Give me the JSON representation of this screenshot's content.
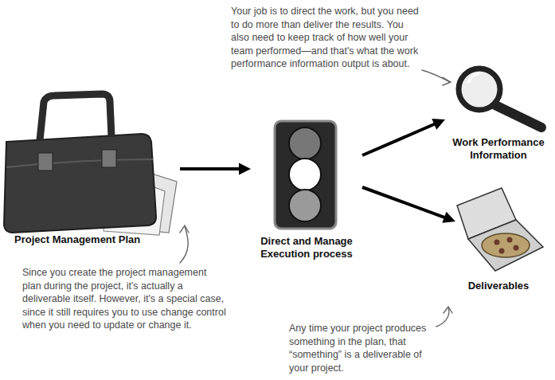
{
  "diagram": {
    "nodes": [
      {
        "text": [
          "Project Management Plan"
        ]
      },
      {
        "text": [
          "Direct and Manage Execution process"
        ]
      },
      {
        "text": [
          "Work Performance Information"
        ]
      },
      {
        "text": [
          "Deliverables"
        ]
      }
    ],
    "edges": [
      {
        "from": 0,
        "to": 1,
        "arrow": "to"
      },
      {
        "from": 1,
        "to": 2,
        "arrow": "to"
      },
      {
        "from": 1,
        "to": 3,
        "arrow": "to"
      }
    ],
    "labels": [
      "Your job is to direct the work, but you need to do more than deliver the results. You also need to keep track of how well your team performed—and that's what the work performance information output is about.",
      "Since you create the project management plan during the project, it's actually a deliverable itself. However, it's a special case, since it still requires you to use change control when you need to update or change it.",
      "Any time your project produces something in the plan, that “something” is a deliverable of your project."
    ]
  }
}
